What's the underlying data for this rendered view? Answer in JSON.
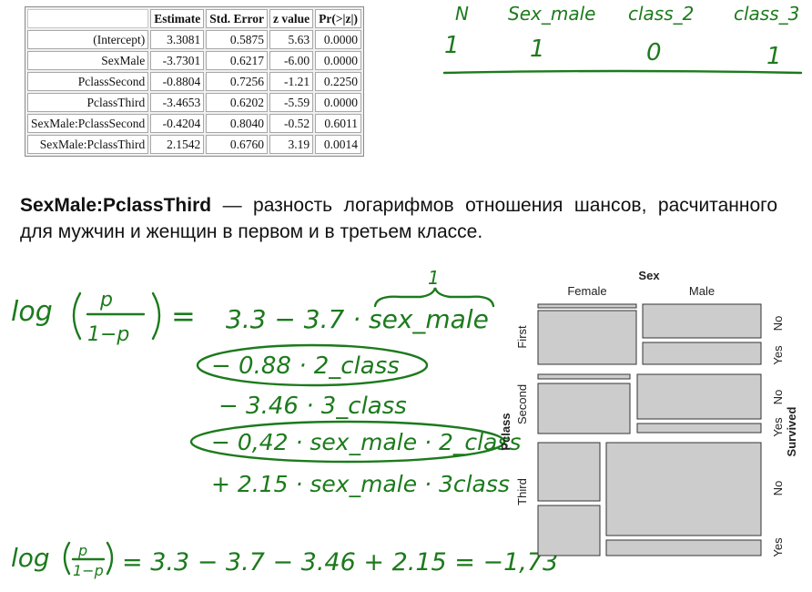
{
  "coef_table": {
    "headers": [
      "",
      "Estimate",
      "Std. Error",
      "z value",
      "Pr(>|z|)"
    ],
    "rows": [
      [
        "(Intercept)",
        "3.3081",
        "0.5875",
        "5.63",
        "0.0000"
      ],
      [
        "SexMale",
        "-3.7301",
        "0.6217",
        "-6.00",
        "0.0000"
      ],
      [
        "PclassSecond",
        "-0.8804",
        "0.7256",
        "-1.21",
        "0.2250"
      ],
      [
        "PclassThird",
        "-3.4653",
        "0.6202",
        "-5.59",
        "0.0000"
      ],
      [
        "SexMale:PclassSecond",
        "-0.4204",
        "0.8040",
        "-0.52",
        "0.6011"
      ],
      [
        "SexMale:PclassThird",
        "2.1542",
        "0.6760",
        "3.19",
        "0.0014"
      ]
    ]
  },
  "handwritten_table": {
    "headers": [
      "N",
      "Sex_male",
      "class_2",
      "class_3"
    ],
    "values": [
      "1",
      "1",
      "0",
      "1"
    ]
  },
  "explanation": {
    "term": "SexMale:PclassThird",
    "text": " — разность логарифмов отношения шансов, расчитанного для мужчин и женщин в первом и в третьем классе."
  },
  "formula": {
    "lhs_log": "log",
    "lhs_p": "p",
    "lhs_one_minus_p": "1−p",
    "equals": "=",
    "line1": "3.3  − 3.7 · sex_male",
    "brace_value": "1",
    "line2": "− 0.88 · 2_class",
    "line3": "− 3.46 · 3_class",
    "line4": "− 0,42 · sex_male · 2_class",
    "line5": "+ 2.15 · sex_male · 3class",
    "final": "= 3.3 − 3.7 − 3.46 + 2.15 = −1,73"
  },
  "mosaic": {
    "top_title": "Sex",
    "top_labels": [
      "Female",
      "Male"
    ],
    "left_title": "Pclass",
    "left_labels": [
      "First",
      "Second",
      "Third"
    ],
    "right_title": "Survived",
    "right_labels": [
      "No",
      "Yes",
      "No",
      "Yes",
      "No",
      "Yes"
    ]
  },
  "colors": {
    "ink": "#1c7a1c",
    "tile": "#cccccc"
  }
}
